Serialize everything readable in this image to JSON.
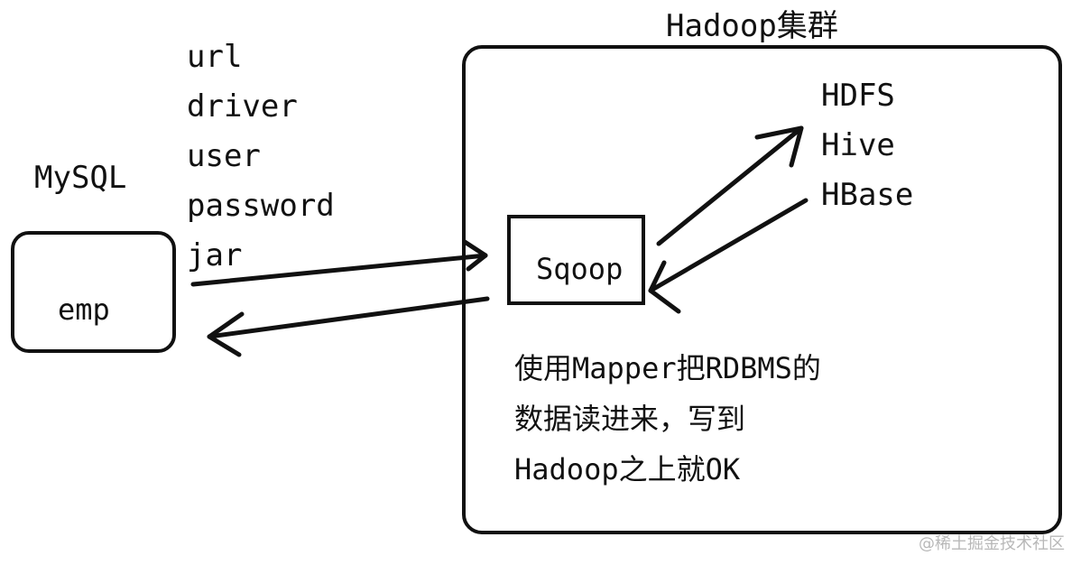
{
  "cluster": {
    "title": "Hadoop集群"
  },
  "source": {
    "name": "MySQL",
    "table": "emp"
  },
  "connection_params": [
    "url",
    "driver",
    "user",
    "password",
    "jar"
  ],
  "sqoop": {
    "label": "Sqoop"
  },
  "targets": [
    "HDFS",
    "Hive",
    "HBase"
  ],
  "description": [
    "使用Mapper把RDBMS的",
    "数据读进来，写到",
    "Hadoop之上就OK"
  ],
  "watermark": "@稀土掘金技术社区",
  "colors": {
    "ink": "#111111",
    "watermark": "#b8b8b8",
    "background": "#ffffff"
  }
}
